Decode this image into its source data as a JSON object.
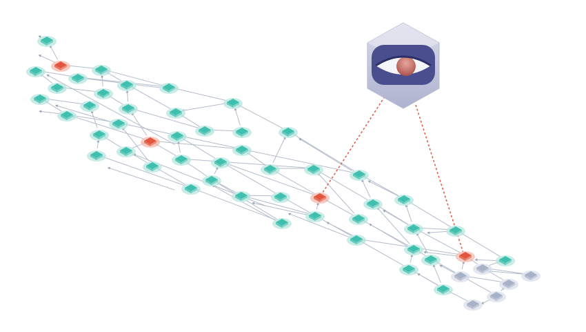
{
  "diagram": {
    "kind": "directed acyclic graph of transactions with an observer",
    "node_states": [
      "confirmed",
      "flagged",
      "pending"
    ],
    "colors": {
      "confirmed": "#3fbfae",
      "confirmed_halo": "#bfe9e3",
      "flagged": "#e2553e",
      "flagged_halo": "#f6c2b6",
      "pending": "#a8b2c6",
      "pending_halo": "#dfe3ec",
      "edge": "#b3bccb",
      "watch_line": "#e0604a",
      "observer_hex": "#c6c9df",
      "observer_band": "#4a4e8f",
      "observer_iris": "#c56f63"
    },
    "icons": [
      "eye-observer-icon"
    ]
  }
}
